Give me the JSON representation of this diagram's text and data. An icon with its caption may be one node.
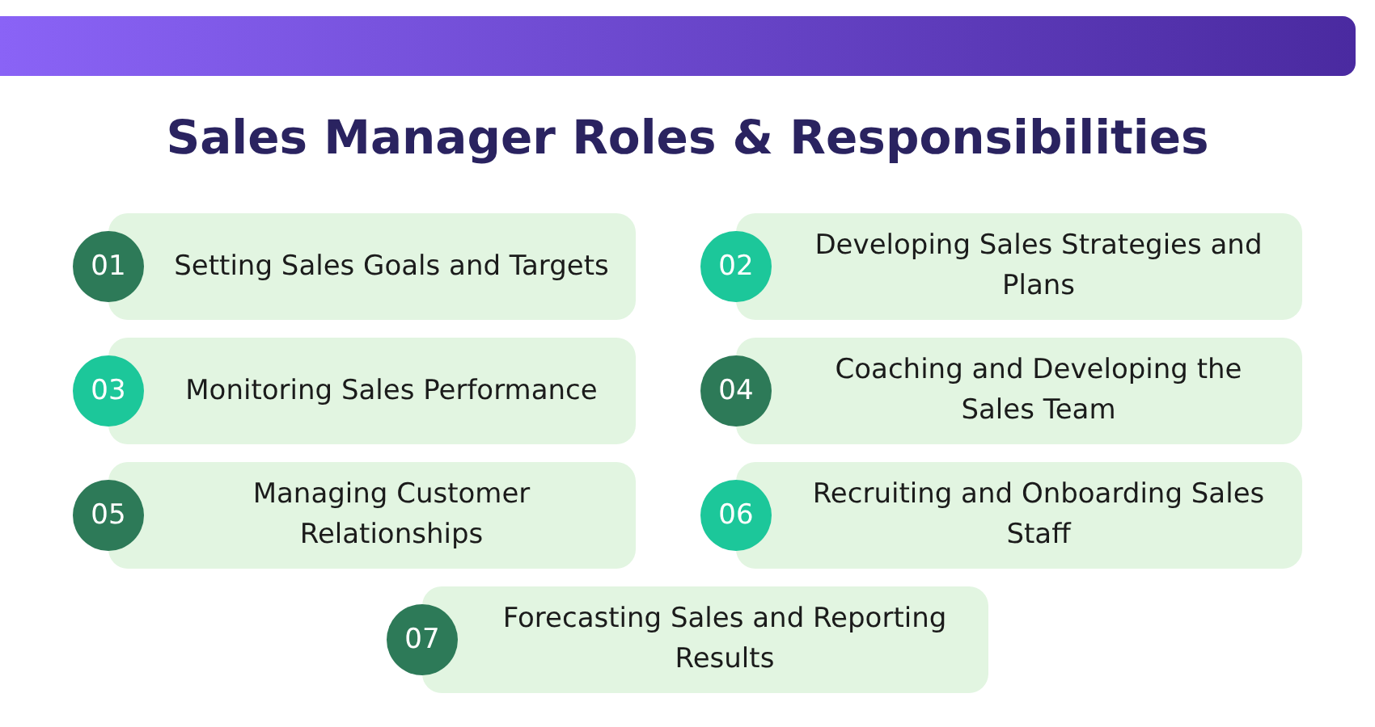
{
  "diagram": {
    "title": "Sales Manager Roles & Responsibilities",
    "nodes": [
      {
        "text": [
          "01",
          "Setting Sales Goals and Targets"
        ]
      },
      {
        "text": [
          "02",
          "Developing Sales Strategies and Plans"
        ]
      },
      {
        "text": [
          "03",
          "Monitoring Sales Performance"
        ]
      },
      {
        "text": [
          "04",
          "Coaching and Developing the Sales Team"
        ]
      },
      {
        "text": [
          "05",
          "Managing Customer Relationships"
        ]
      },
      {
        "text": [
          "06",
          "Recruiting and Onboarding Sales Staff"
        ]
      },
      {
        "text": [
          "07",
          "Forecasting Sales and Reporting Results"
        ]
      }
    ]
  }
}
